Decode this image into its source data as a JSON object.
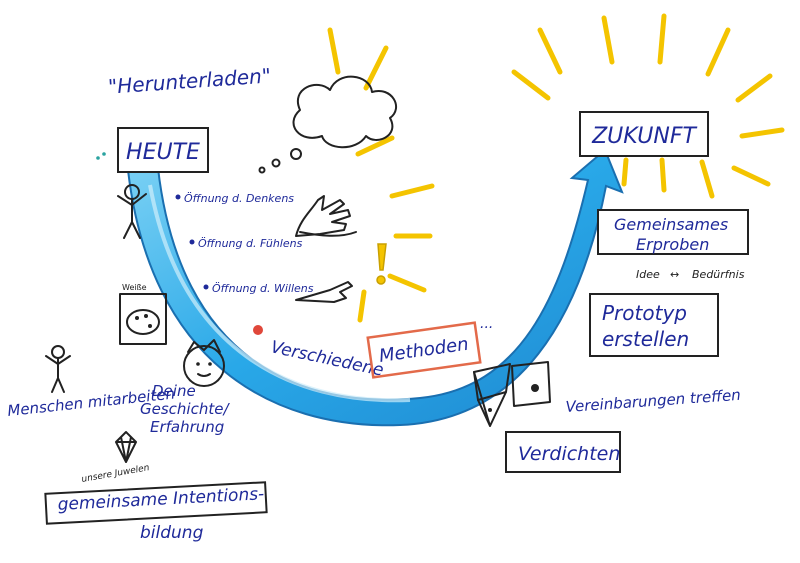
{
  "colors": {
    "ink": "#1f2a9a",
    "arrow": "#29a8e8",
    "arrow_light": "#7fd3f5",
    "sun": "#f4c400",
    "highlight_box": "#e36a4a",
    "dot": "#e0473a"
  },
  "left": {
    "downloading": "\"Herunterladen\"",
    "today": "HEUTE",
    "openings": [
      "Öffnung d. Denkens",
      "Öffnung d. Fühlens",
      "Öffnung d. Willens"
    ],
    "small_label": "Weiße",
    "people": "Menschen mitarbeiten",
    "story": [
      "Deine",
      "Geschichte/",
      "Erfahrung"
    ],
    "jewel": "unsere Juwelen",
    "intention": [
      "gemeinsame Intentions-",
      "bildung"
    ]
  },
  "bottom": {
    "methods_prefix": "Verschiedene",
    "methods_box": "Methoden",
    "ellipsis": "..."
  },
  "right": {
    "future": "ZUKUNFT",
    "try_together": [
      "Gemeinsames",
      "Erproben"
    ],
    "idea_need": [
      "Idee",
      "↔",
      "Bedürfnis"
    ],
    "prototype": [
      "Prototyp",
      "erstellen"
    ],
    "agreements": "Vereinbarungen treffen",
    "condense": "Verdichten"
  },
  "icons": [
    "cloud-icon",
    "thought-bubbles-icon",
    "hands-icon",
    "exclamation-icon",
    "pointing-hand-icon",
    "stick-figure-icon",
    "palette-icon",
    "crowned-face-icon",
    "diamond-icon",
    "network-cube-icon",
    "sun-rays-icon"
  ]
}
